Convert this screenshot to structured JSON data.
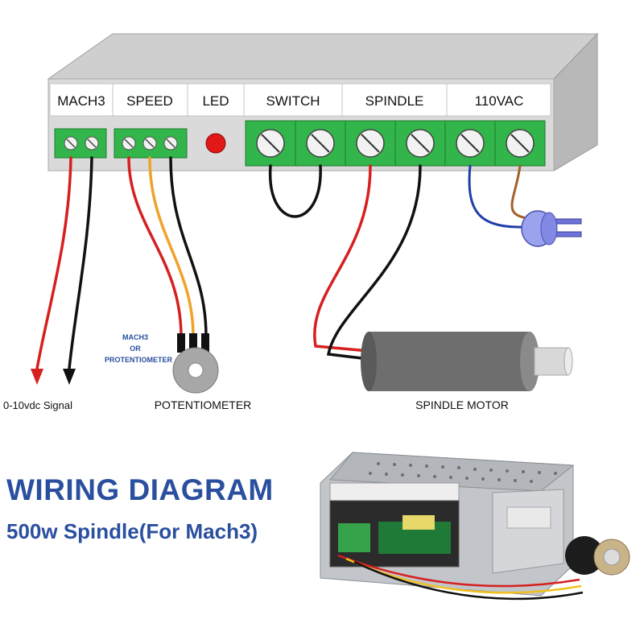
{
  "panel": {
    "sections": [
      "MACH3",
      "SPEED",
      "LED",
      "SWITCH",
      "SPINDLE",
      "110VAC"
    ]
  },
  "labels": {
    "signal": "0-10vdc Signal",
    "potentiometer": "POTENTIOMETER",
    "spindle_motor": "SPINDLE MOTOR",
    "mach3_or": [
      "MACH3",
      "OR",
      "PROTENTIOMETER"
    ]
  },
  "title": {
    "main": "WIRING DIAGRAM",
    "sub": "500w Spindle(For Mach3)"
  },
  "colors": {
    "panel_body": "#dadada",
    "terminal_green": "#32b54a",
    "led_red": "#e01818",
    "wire_red": "#d62020",
    "wire_black": "#111111",
    "wire_orange": "#f0a22a",
    "wire_blue": "#1f3fa8",
    "wire_brown": "#a0622a",
    "title_blue": "#2a4f9e"
  }
}
